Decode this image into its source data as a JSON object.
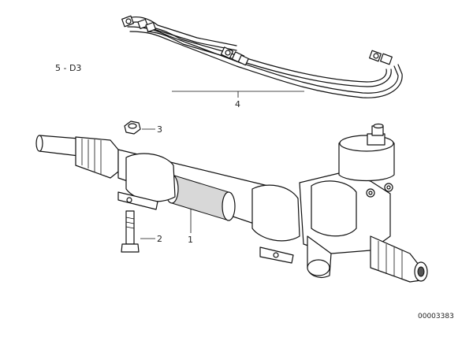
{
  "diagram": {
    "group_label": "5 - D3",
    "part_numbers": {
      "p1": "1",
      "p2": "2",
      "p3": "3",
      "p4": "4"
    },
    "drawing_id": "00003383"
  }
}
